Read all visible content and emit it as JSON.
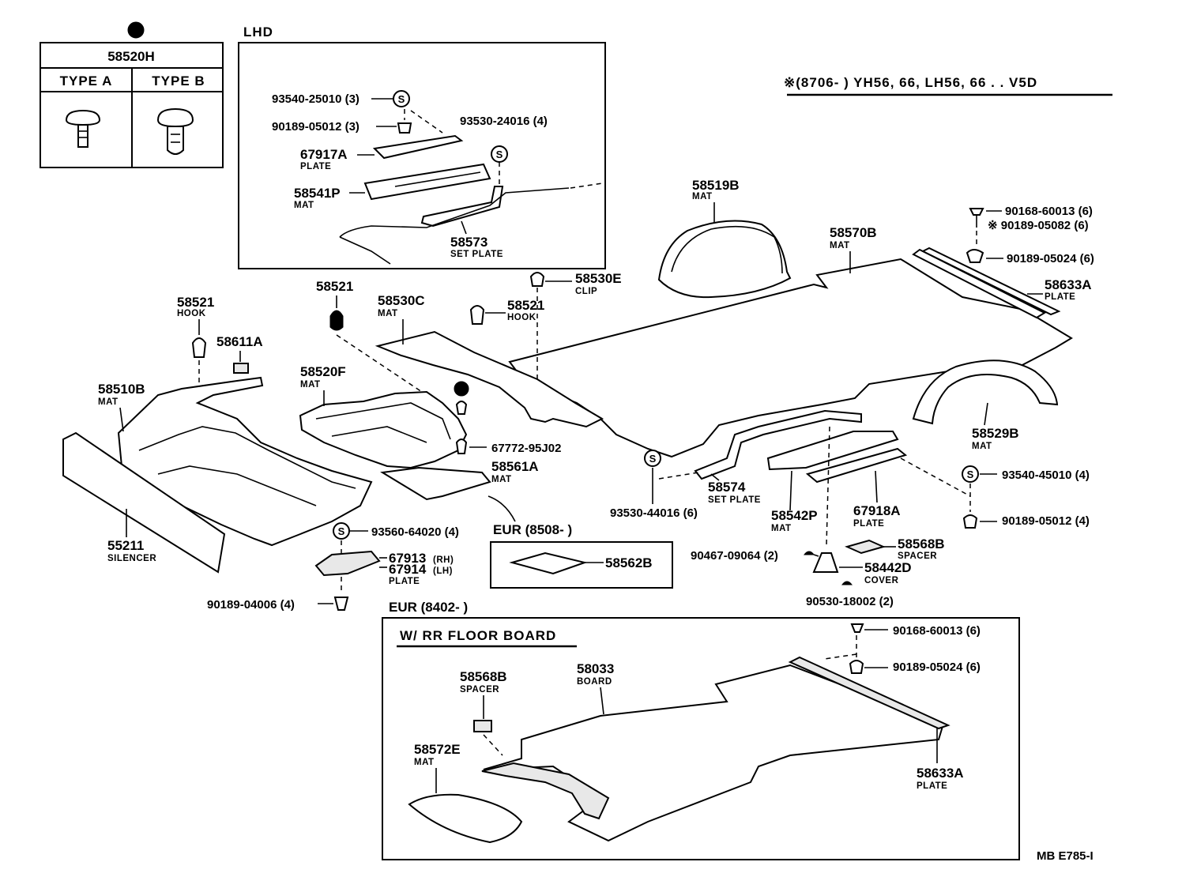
{
  "legend_box": {
    "part_no": "58520H",
    "type_a": "TYPE  A",
    "type_b": "TYPE  B"
  },
  "lhd": {
    "title": "LHD",
    "labels": {
      "p93540_25010": "93540-25010 (3)",
      "p90189_05012": "90189-05012 (3)",
      "p93530_24016": "93530-24016 (4)",
      "p67917A": "67917A",
      "p67917A_name": "PLATE",
      "p58541P": "58541P",
      "p58541P_name": "MAT",
      "p58573": "58573",
      "p58573_name": "SET PLATE"
    }
  },
  "model_header": "※(8706-       ) YH56, 66, LH56, 66 . . V5D",
  "parts": {
    "p58519B": "58519B",
    "p58519B_name": "MAT",
    "p58570B": "58570B",
    "p58570B_name": "MAT",
    "p90168_60013_a": "90168-60013 (6)",
    "p90189_05082": "※ 90189-05082 (6)",
    "p90189_05024_a": "90189-05024 (6)",
    "p58633A_a": "58633A",
    "p58633A_a_name": "PLATE",
    "p58530E": "58530E",
    "p58530E_name": "CLIP",
    "p58521_top": "58521",
    "p58530C": "58530C",
    "p58530C_name": "MAT",
    "p58521_hook2": "58521",
    "p58521_hook2_name": "HOOK",
    "p58521_hook1": "58521",
    "p58521_hook1_name": "HOOK",
    "p58611A": "58611A",
    "p58520F": "58520F",
    "p58520F_name": "MAT",
    "p58510B": "58510B",
    "p58510B_name": "MAT",
    "p67772_95J02": "67772-95J02",
    "p58561A": "58561A",
    "p58561A_name": "MAT",
    "p58529B": "58529B",
    "p58529B_name": "MAT",
    "p93540_45010": "93540-45010 (4)",
    "p90189_05012_b": "90189-05012 (4)",
    "p58574": "58574",
    "p58574_name": "SET PLATE",
    "p93530_44016": "93530-44016 (6)",
    "p58542P": "58542P",
    "p58542P_name": "MAT",
    "p67918A": "67918A",
    "p67918A_name": "PLATE",
    "p55211": "55211",
    "p55211_name": "SILENCER",
    "p93560_64020": "93560-64020 (4)",
    "p67913": "67913",
    "p67913_side": "(RH)",
    "p67914": "67914",
    "p67914_side": "(LH)",
    "p6791x_name": "PLATE",
    "p90189_04006": "90189-04006 (4)",
    "p90467_09064": "90467-09064 (2)",
    "p58568B_a": "58568B",
    "p58568B_a_name": "SPACER",
    "p58442D": "58442D",
    "p58442D_name": "COVER",
    "p90530_18002": "90530-18002 (2)"
  },
  "eur_8508": {
    "title": "EUR (8508-       )",
    "p58562B": "58562B"
  },
  "eur_8402": {
    "title": "EUR (8402-       )",
    "subtitle": "W/ RR FLOOR  BOARD",
    "p90168_60013_b": "90168-60013 (6)",
    "p90189_05024_b": "90189-05024 (6)",
    "p58568B_b": "58568B",
    "p58568B_b_name": "SPACER",
    "p58033": "58033",
    "p58033_name": "BOARD",
    "p58572E": "58572E",
    "p58572E_name": "MAT",
    "p58633A_b": "58633A",
    "p58633A_b_name": "PLATE"
  },
  "footer_code": "MB  E785-I",
  "screw_symbol": "S"
}
